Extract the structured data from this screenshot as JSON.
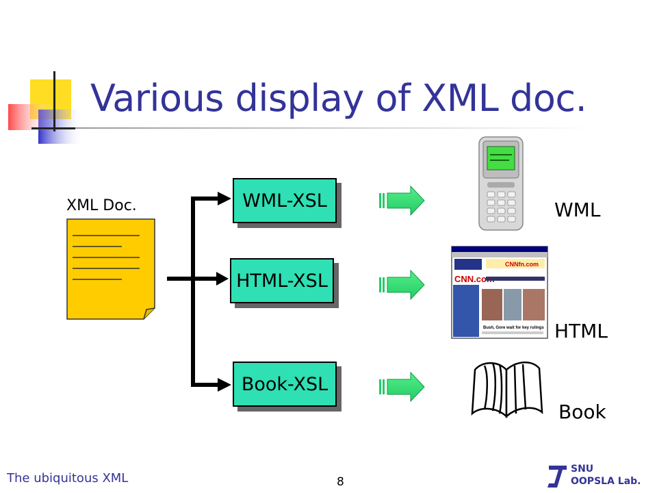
{
  "slide": {
    "title": "Various display of XML doc.",
    "footer_left": "The ubiquitous XML",
    "page_number": "8",
    "lab_line1": "SNU",
    "lab_line2": "OOPSLA Lab."
  },
  "diagram": {
    "source_label": "XML Doc.",
    "stylesheets": [
      "WML-XSL",
      "HTML-XSL",
      "Book-XSL"
    ],
    "outputs": [
      "WML",
      "HTML",
      "Book"
    ],
    "browser_brand": "CNN.com",
    "browser_caption": "Bush, Gore wait for key rulings"
  },
  "colors": {
    "title": "#333399",
    "xsl_box": "#2ee0b4",
    "document": "#ffcc00",
    "arrow": "#33dd77"
  }
}
